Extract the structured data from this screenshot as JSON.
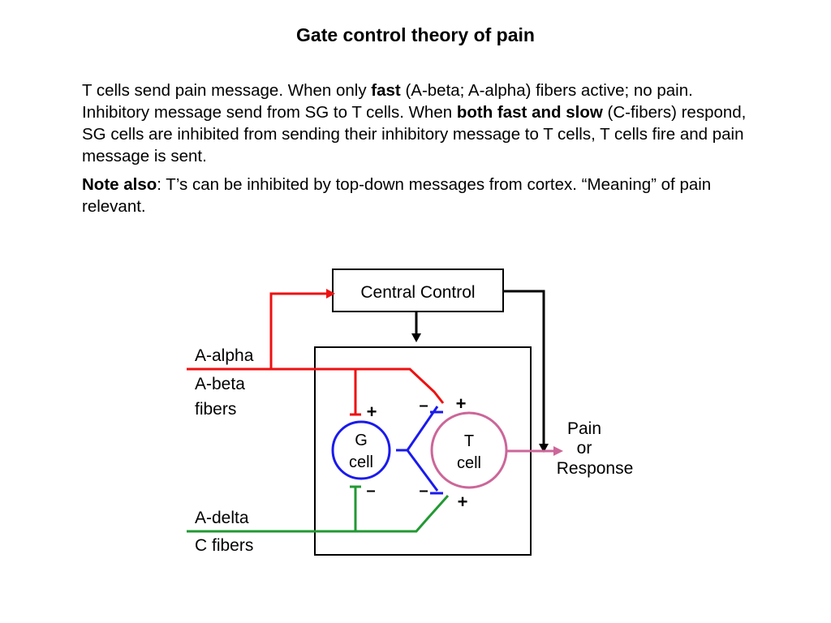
{
  "title": "Gate control theory of pain",
  "paragraph1": {
    "part1": "T cells send pain message. When only ",
    "bold1": "fast",
    "part2": " (A-beta; A-alpha) fibers active; no pain. Inhibitory message send from SG to T cells. When ",
    "bold2": "both fast and slow",
    "part3": " (C-fibers) respond, SG cells are inhibited from sending their inhibitory message to T cells, T cells fire and pain message is sent."
  },
  "paragraph2": {
    "bold": "Note also",
    "text": ": T’s can be inhibited by top-down messages from cortex. “Meaning” of pain relevant."
  },
  "diagram": {
    "central_control": "Central Control",
    "fast_fibers": [
      "A-alpha",
      "A-beta",
      "fibers"
    ],
    "slow_fibers": [
      "A-delta",
      "C fibers"
    ],
    "g_cell": [
      "G",
      "cell"
    ],
    "t_cell": [
      "T",
      "cell"
    ],
    "output": [
      "Pain",
      "or",
      "Response"
    ],
    "plus": "+",
    "minus": "–",
    "colors": {
      "fast_fiber": "#ee1111",
      "slow_fiber": "#229933",
      "g_cell": "#1a1aee",
      "t_cell": "#cc6699",
      "control": "#000000"
    }
  }
}
